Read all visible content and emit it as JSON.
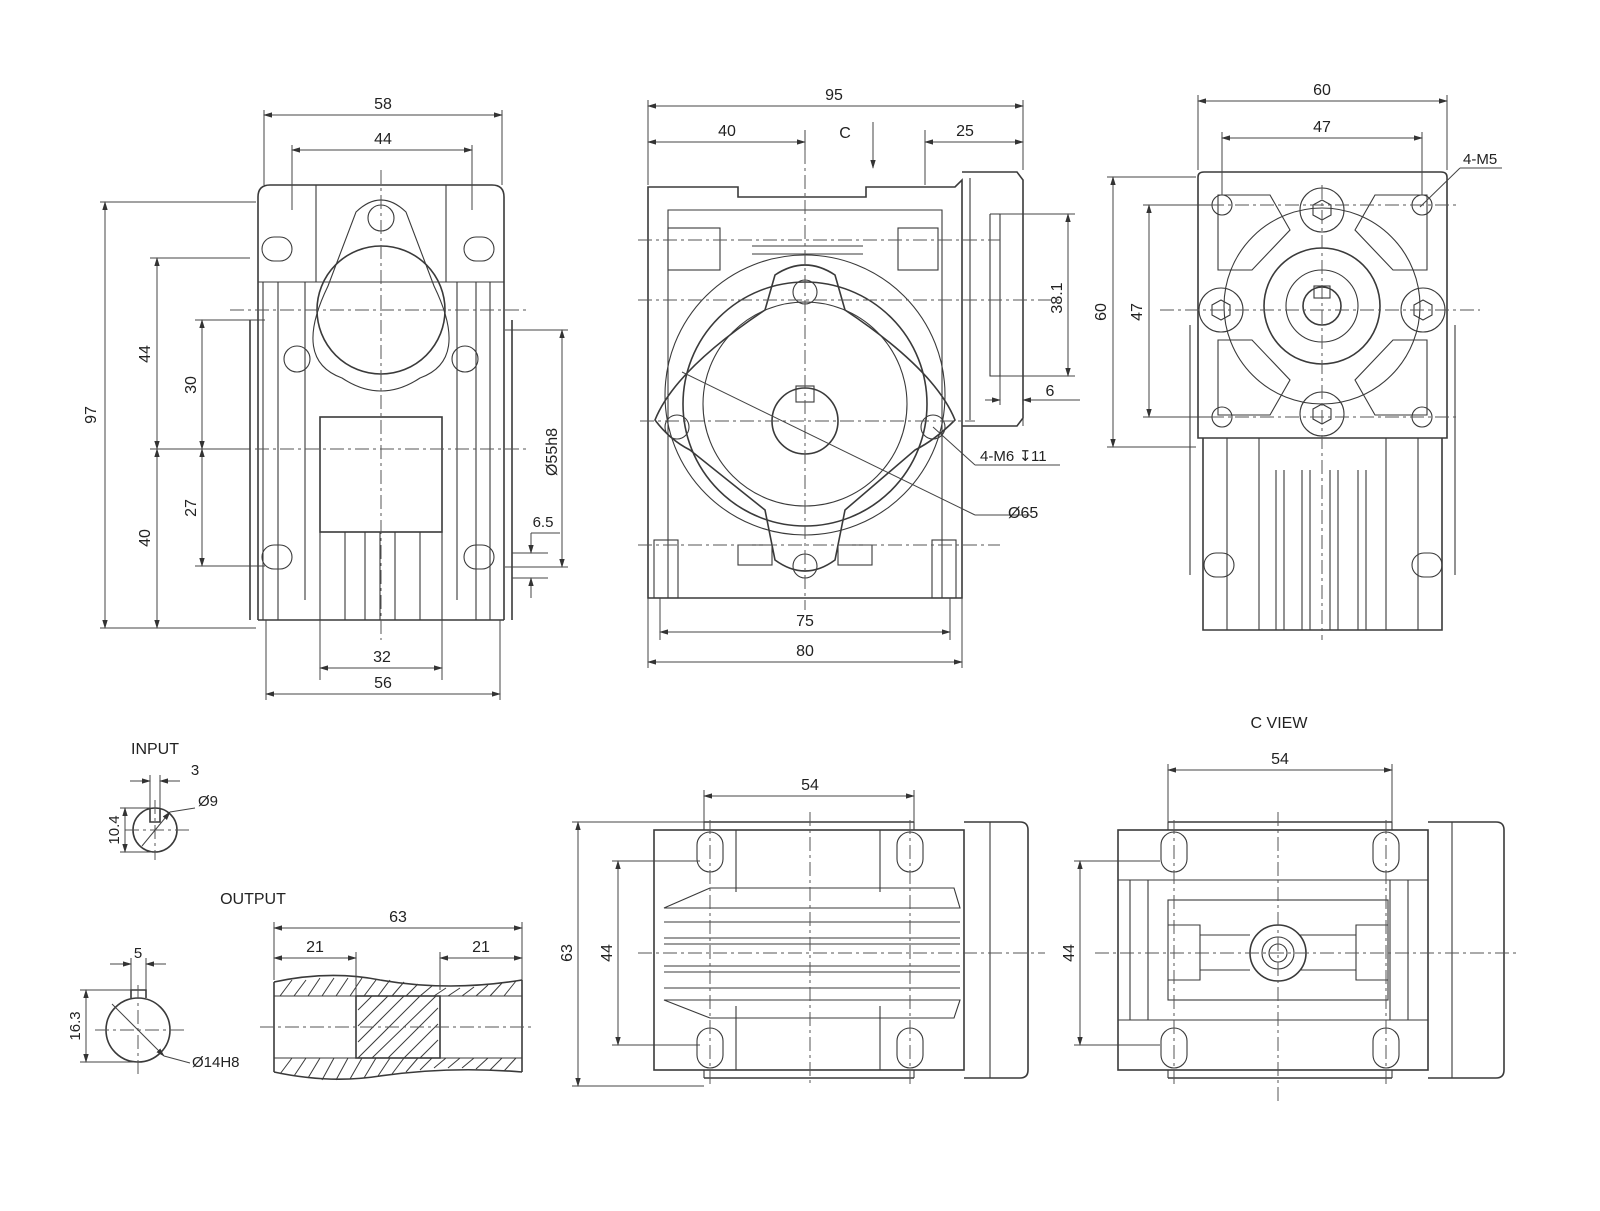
{
  "views": {
    "left": {
      "width_overall": "58",
      "width_inner": "44",
      "height_overall": "97",
      "height_upper": "44",
      "height_lower": "40",
      "flange_upper": "30",
      "flange_lower": "27",
      "pilot": "Ø55h8",
      "foot_height": "6.5",
      "base_inner": "32",
      "base_outer": "56"
    },
    "front": {
      "width_overall": "95",
      "width_left": "40",
      "view_marker": "C",
      "width_right": "25",
      "flange_height": "38.1",
      "flange_depth": "6",
      "thread_spec": "4-M6",
      "thread_depth_symbol": "↧",
      "thread_depth": "11",
      "pcd": "Ø65",
      "base_inner": "75",
      "base_outer": "80"
    },
    "right": {
      "width_overall": "60",
      "width_inner": "47",
      "thread_spec": "4-M5",
      "height_overall": "60",
      "height_inner": "47"
    },
    "input": {
      "label": "INPUT",
      "key_width": "3",
      "diameter": "Ø9",
      "key_height": "10.4"
    },
    "output": {
      "label": "OUTPUT",
      "key_width": "5",
      "key_height": "16.3",
      "bore": "Ø14H8"
    },
    "shaft": {
      "length_overall": "63",
      "length_left": "21",
      "length_right": "21"
    },
    "bottom": {
      "width": "54",
      "height_overall": "63",
      "height_inner": "44"
    },
    "c_view": {
      "title": "C VIEW",
      "width": "54",
      "height": "44"
    }
  }
}
